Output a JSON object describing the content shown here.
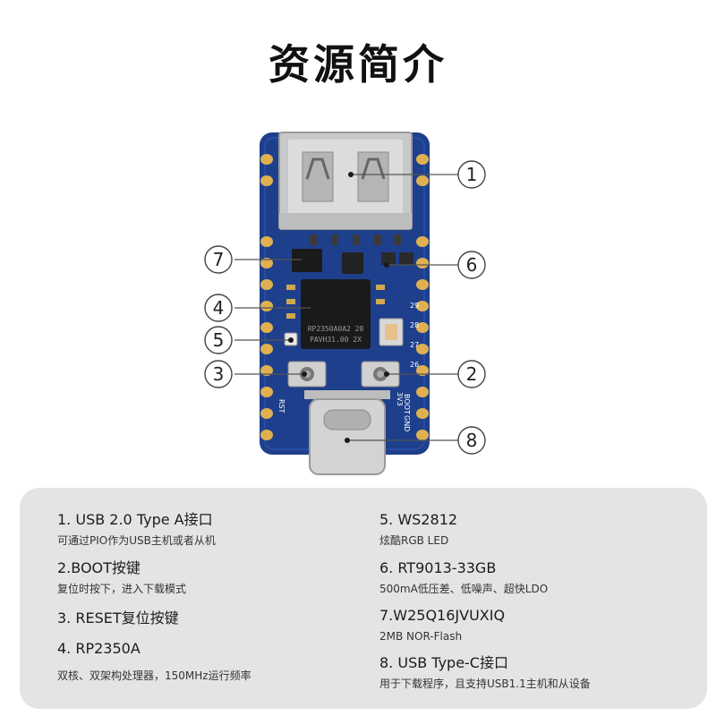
{
  "title": "资源简介",
  "callouts": [
    "1",
    "2",
    "3",
    "4",
    "5",
    "6",
    "7",
    "8"
  ],
  "board": {
    "chip_line1": "RP2350A0A2 28",
    "chip_line2": "PAVH31.00 2X",
    "silk_rst": "RST",
    "silk_boot": "BOOT",
    "silk_3v3": "3V3",
    "silk_gnd": "GND",
    "pin_labels": [
      "29",
      "28",
      "27",
      "26"
    ],
    "colors": {
      "pcb": "#1e3f8c",
      "gold": "#e0b050",
      "chip": "#1a1a1a",
      "metal": "#c9c9c9"
    }
  },
  "features": {
    "left": [
      {
        "title": "1. USB 2.0 Type A接口",
        "desc": "可通过PIO作为USB主机或者从机"
      },
      {
        "title": "2.BOOT按键",
        "desc": "复位时按下，进入下载模式"
      },
      {
        "title": "3. RESET复位按键",
        "desc": ""
      },
      {
        "title": "4. RP2350A",
        "desc": "双核、双架构处理器，150MHz运行频率"
      }
    ],
    "right": [
      {
        "title": "5. WS2812",
        "desc": "炫酷RGB LED"
      },
      {
        "title": "6. RT9013-33GB",
        "desc": "500mA低压差、低噪声、超快LDO"
      },
      {
        "title": "7.W25Q16JVUXIQ",
        "desc": "2MB NOR-Flash"
      },
      {
        "title": "8. USB Type-C接口",
        "desc": "用于下载程序，且支持USB1.1主机和从设备"
      }
    ]
  }
}
